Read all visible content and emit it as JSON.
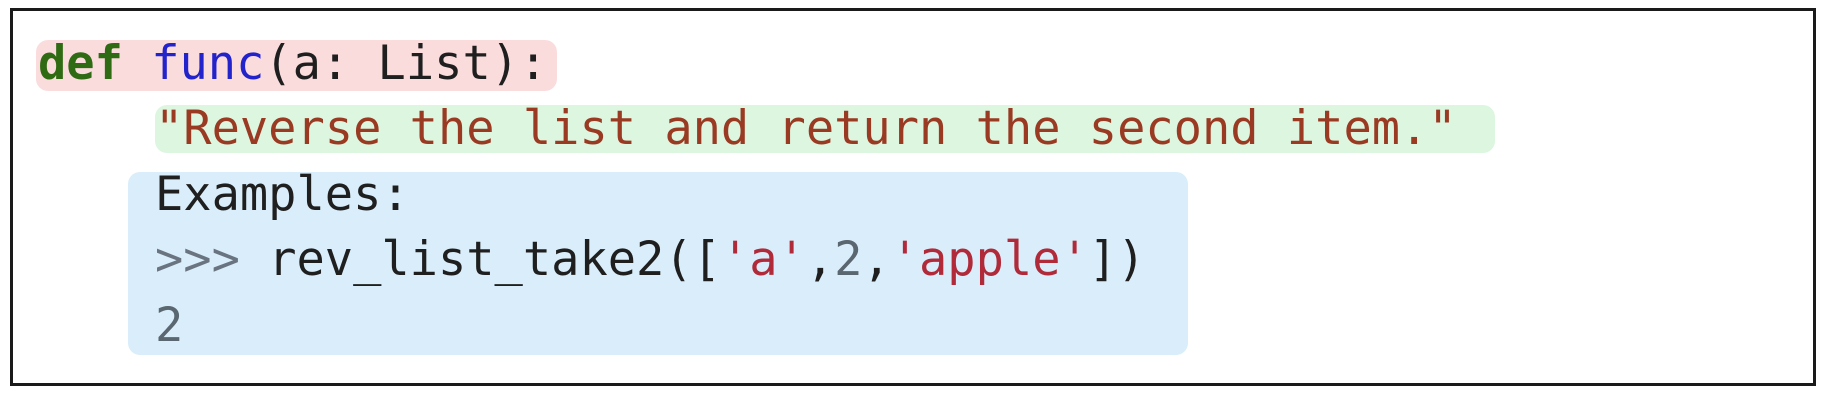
{
  "code": {
    "signature": {
      "keyword": "def",
      "function_name": "func",
      "params": "(a: List):"
    },
    "docstring": "\"Reverse the list and return the second item.\"",
    "examples": {
      "header": "Examples:",
      "prompt": ">>>",
      "call_name": "rev_list_take2",
      "open": "([",
      "arg1": "'a'",
      "comma1": ",",
      "arg2": "2",
      "comma2": ",",
      "arg3": "'apple'",
      "close": "])",
      "result": "2"
    }
  },
  "colors": {
    "keyword": "#2e6b12",
    "function": "#2323cc",
    "string": "#9a3a22",
    "signature_highlight": "#fbdcdd",
    "docstring_highlight": "#dcf6e0",
    "examples_highlight": "#d9eefa"
  }
}
